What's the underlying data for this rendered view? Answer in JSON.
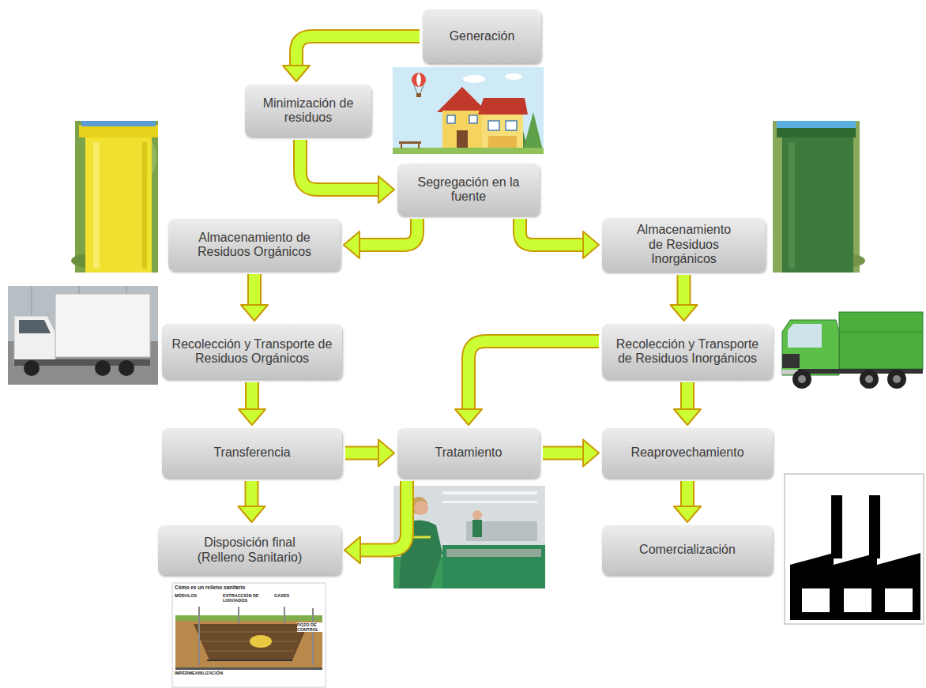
{
  "diagram": {
    "nodes": [
      {
        "text": [
          "Generación"
        ]
      },
      {
        "text": [
          "Minimización de residuos"
        ]
      },
      {
        "text": [
          "Segregación en la fuente"
        ]
      },
      {
        "text": [
          "Almacenamiento de Residuos Orgánicos"
        ]
      },
      {
        "text": [
          "Almacenamiento de Residuos Inorgánicos"
        ]
      },
      {
        "text": [
          "Recolección y Transporte de Residuos Orgánicos"
        ]
      },
      {
        "text": [
          "Recolección y Transporte de Residuos Inorgánicos"
        ]
      },
      {
        "text": [
          "Transferencia"
        ]
      },
      {
        "text": [
          "Tratamiento"
        ]
      },
      {
        "text": [
          "Reaprovechamiento"
        ]
      },
      {
        "text": [
          "Disposición final (Relleno Sanitario)"
        ]
      },
      {
        "text": [
          "Comercialización"
        ]
      }
    ],
    "edges": [
      {
        "from": 0,
        "to": 1,
        "arrow": "to"
      },
      {
        "from": 1,
        "to": 2,
        "arrow": "to"
      },
      {
        "from": 2,
        "to": 3,
        "arrow": "to"
      },
      {
        "from": 2,
        "to": 4,
        "arrow": "to"
      },
      {
        "from": 3,
        "to": 5,
        "arrow": "to"
      },
      {
        "from": 4,
        "to": 6,
        "arrow": "to"
      },
      {
        "from": 5,
        "to": 7,
        "arrow": "to"
      },
      {
        "from": 6,
        "to": 8,
        "arrow": "to"
      },
      {
        "from": 6,
        "to": 9,
        "arrow": "to"
      },
      {
        "from": 7,
        "to": 8,
        "arrow": "to"
      },
      {
        "from": 8,
        "to": 9,
        "arrow": "to"
      },
      {
        "from": 7,
        "to": 10,
        "arrow": "to"
      },
      {
        "from": 8,
        "to": 10,
        "arrow": "to"
      },
      {
        "from": 9,
        "to": 11,
        "arrow": "to"
      }
    ],
    "labels": [
      "Cómo es un relleno sanitario",
      "MÓDULOS",
      "EXTRACCIÓN DE LIXIVIADOS",
      "GASES",
      "POZO DE CONTROL",
      "IMPERMEABILIZACIÓN"
    ]
  }
}
